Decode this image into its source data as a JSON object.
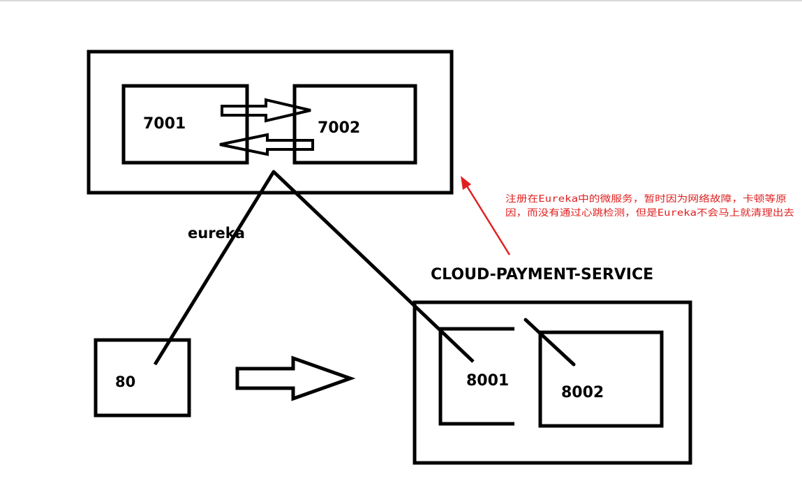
{
  "colors": {
    "ink": "#000000",
    "annotation": "#e02020",
    "background": "#ffffff"
  },
  "labels": {
    "server_a": "7001",
    "server_b": "7002",
    "consumer": "80",
    "provider_a": "8001",
    "provider_b": "8002",
    "registry": "eureka",
    "service_name": "CLOUD-PAYMENT-SERVICE"
  },
  "annotation": {
    "line1": "注册在Eureka中的微服务，暂时因为网络故障，卡顿等原",
    "line2": "因，而没有通过心跳检测，但是Eureka不会马上就清理出去"
  }
}
